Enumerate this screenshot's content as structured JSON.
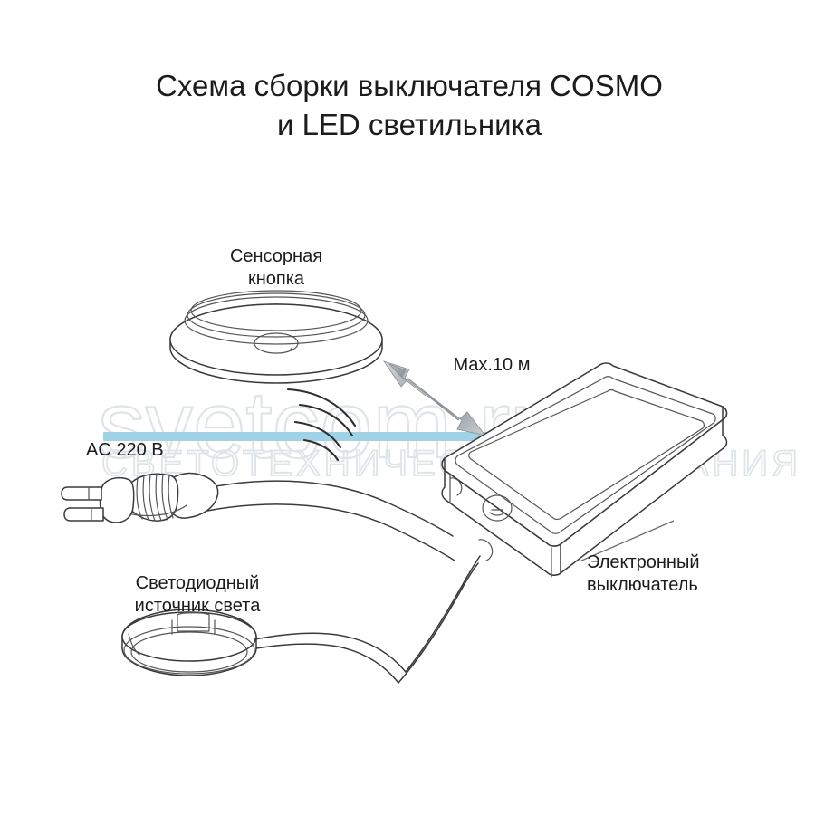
{
  "title": {
    "line1": "Схема сборки выключателя COSMO",
    "line2": "и LED светильника"
  },
  "labels": {
    "sensor_line1": "Сенсорная",
    "sensor_line2": "кнопка",
    "distance": "Max.10 м",
    "mains": "AC 220 В",
    "switch_line1": "Электронный",
    "switch_line2": "выключатель",
    "led_line1": "Светодиодный",
    "led_line2": "источник света"
  },
  "watermark": {
    "main": "svetcom.ru",
    "sub": "СВЕТОТЕХНИЧЕСКАЯ КОМПАНИЯ",
    "bar_color": "#9fd2e4",
    "text_color": "#dfe4e8"
  },
  "colors": {
    "ink": "#1c1c1c",
    "line": "#3a3a3a",
    "arrow_light": "#cfd3d6",
    "arrow_dark": "#6e7478",
    "background": "#ffffff"
  },
  "components": [
    {
      "name": "sensor-button",
      "label": "Сенсорная кнопка"
    },
    {
      "name": "electronic-switch",
      "label": "Электронный выключатель"
    },
    {
      "name": "led-light-source",
      "label": "Светодиодный источник света"
    },
    {
      "name": "power-plug",
      "label": "AC 220 В"
    }
  ]
}
